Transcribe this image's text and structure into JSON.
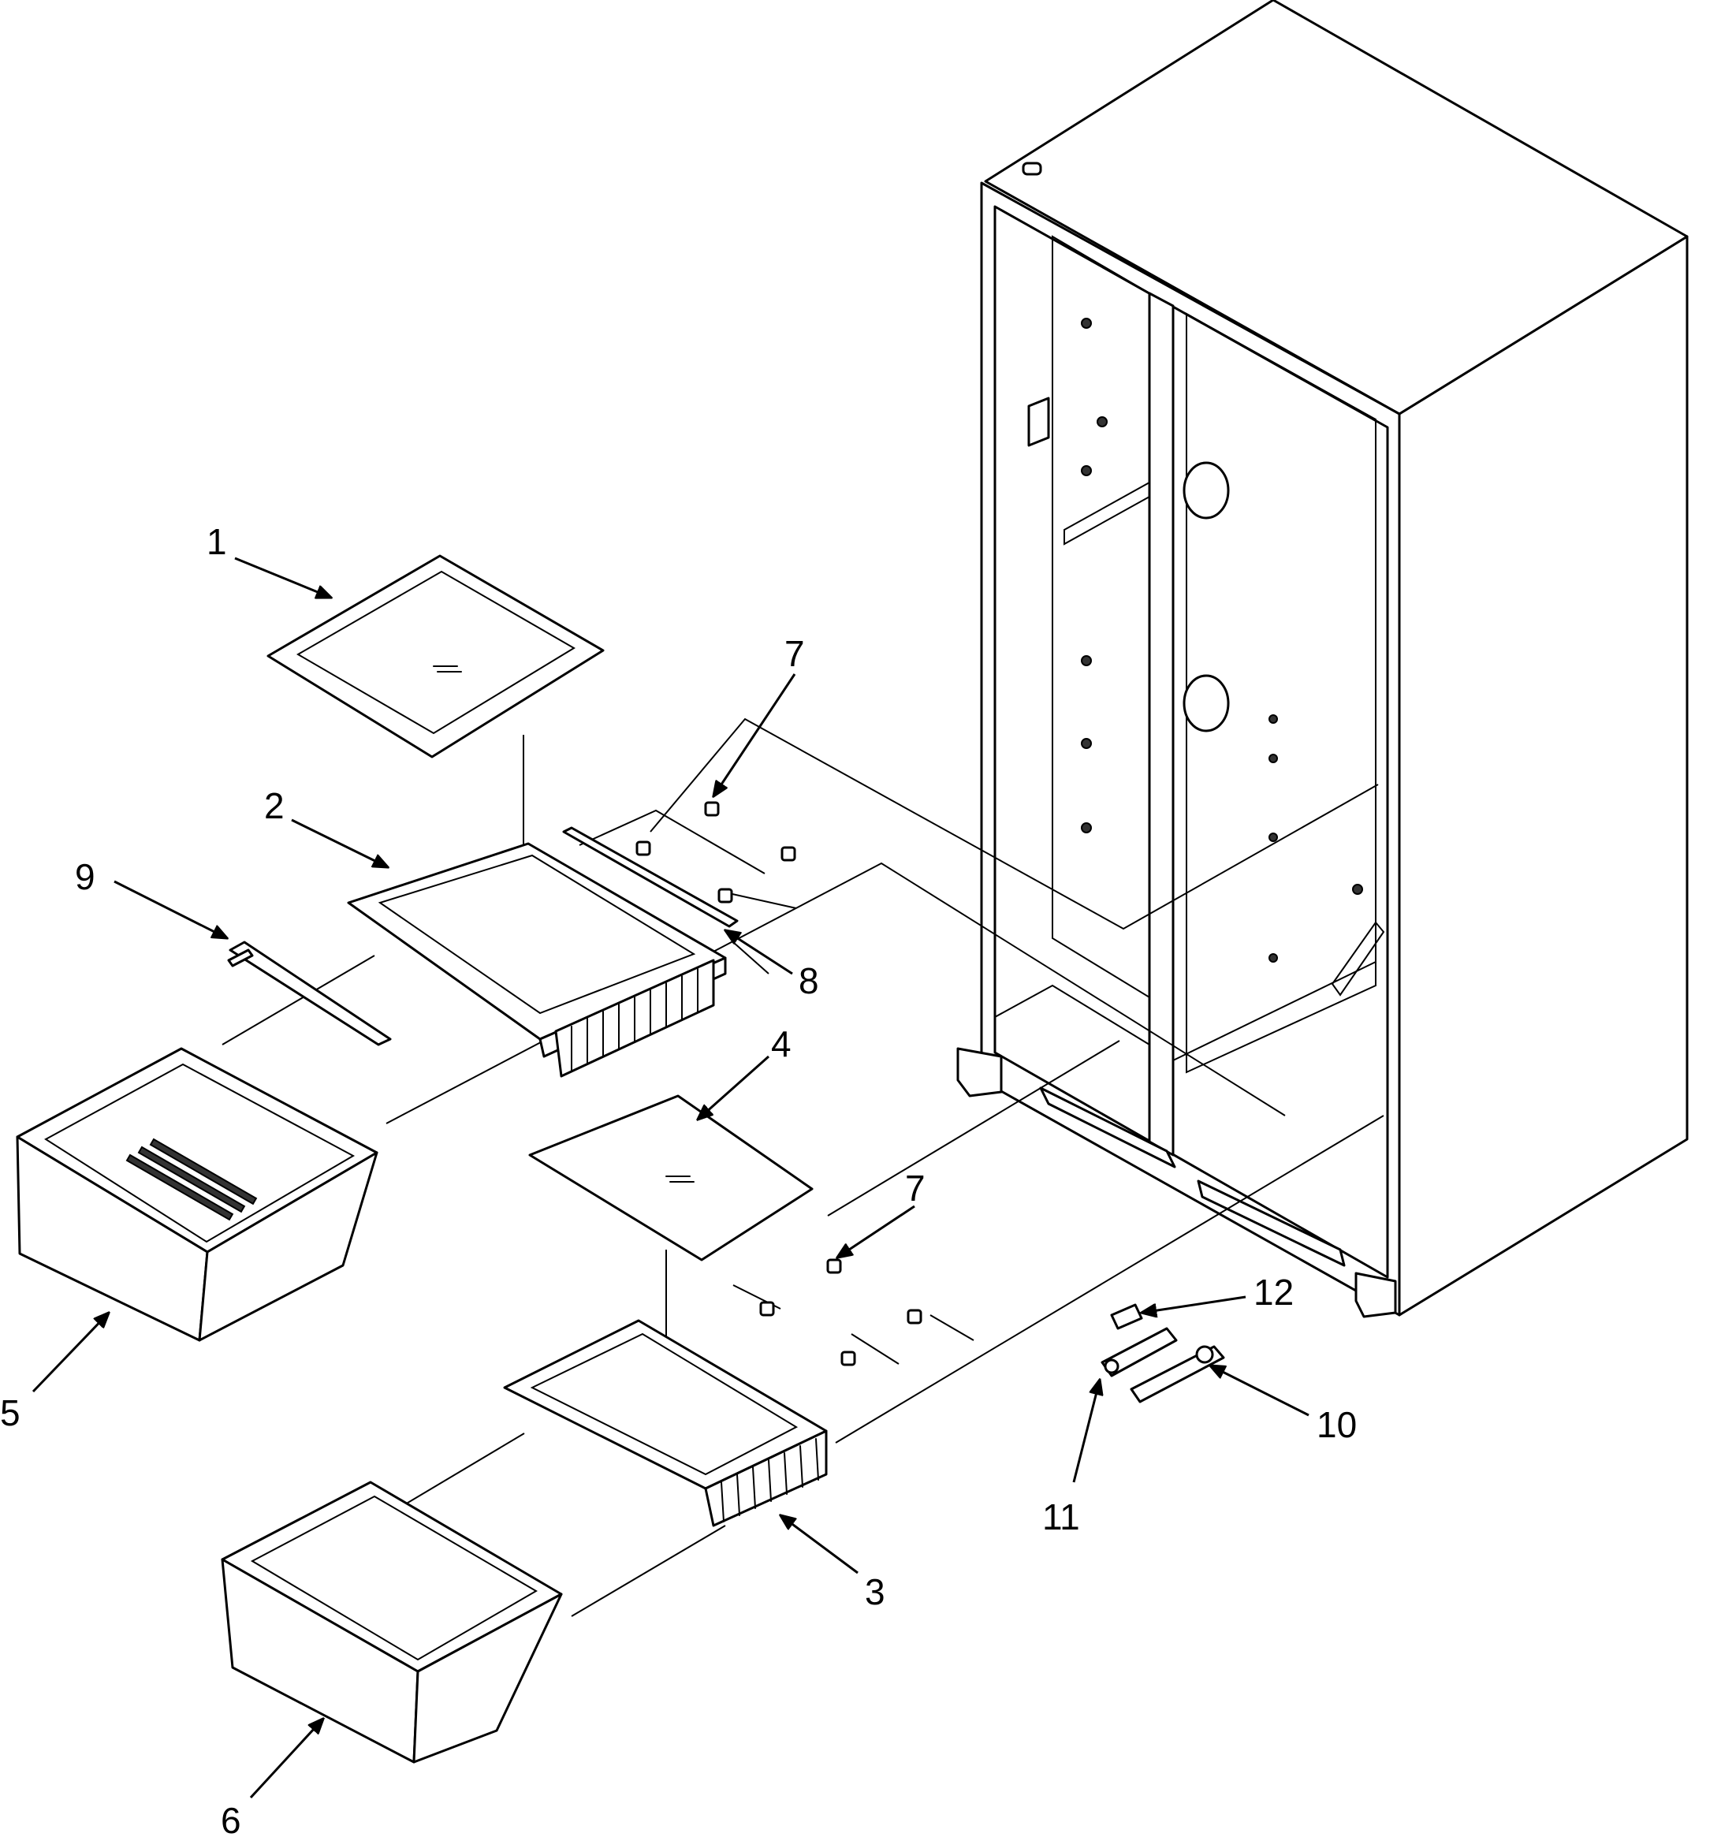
{
  "callouts": [
    {
      "id": "c1",
      "label": "1"
    },
    {
      "id": "c2",
      "label": "2"
    },
    {
      "id": "c3",
      "label": "3"
    },
    {
      "id": "c4",
      "label": "4"
    },
    {
      "id": "c5",
      "label": "5"
    },
    {
      "id": "c6",
      "label": "6"
    },
    {
      "id": "c7a",
      "label": "7"
    },
    {
      "id": "c7b",
      "label": "7"
    },
    {
      "id": "c8",
      "label": "8"
    },
    {
      "id": "c9",
      "label": "9"
    },
    {
      "id": "c10",
      "label": "10"
    },
    {
      "id": "c11",
      "label": "11"
    },
    {
      "id": "c12",
      "label": "12"
    }
  ],
  "parts": [
    "cabinet",
    "upper-shelf-glass",
    "upper-crisper-cover-frame",
    "lower-crisper-cover-frame",
    "lower-shelf-glass",
    "upper-crisper-pan",
    "lower-crisper-pan",
    "cover-support",
    "cover-support-bracket",
    "divider-rail",
    "hinge-bracket",
    "hinge-pin-bracket",
    "shim-plate"
  ]
}
